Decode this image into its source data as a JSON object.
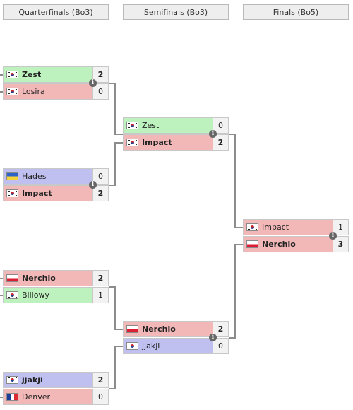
{
  "rounds": [
    {
      "label": "Quarterfinals (Bo3)"
    },
    {
      "label": "Semifinals (Bo3)"
    },
    {
      "label": "Finals (Bo5)"
    }
  ],
  "info_glyph": "i",
  "matches": {
    "qf1": {
      "p1": {
        "name": "Zest",
        "flag": "KR",
        "score": "2"
      },
      "p2": {
        "name": "Losira",
        "flag": "KR",
        "score": "0"
      }
    },
    "qf2": {
      "p1": {
        "name": "Hades",
        "flag": "UA",
        "score": "0"
      },
      "p2": {
        "name": "Impact",
        "flag": "KR",
        "score": "2"
      }
    },
    "qf3": {
      "p1": {
        "name": "Nerchio",
        "flag": "PL",
        "score": "2"
      },
      "p2": {
        "name": "Billowy",
        "flag": "KR",
        "score": "1"
      }
    },
    "qf4": {
      "p1": {
        "name": "jjakji",
        "flag": "KR",
        "score": "2"
      },
      "p2": {
        "name": "Denver",
        "flag": "FR",
        "score": "0"
      }
    },
    "sf1": {
      "p1": {
        "name": "Zest",
        "flag": "KR",
        "score": "0"
      },
      "p2": {
        "name": "Impact",
        "flag": "KR",
        "score": "2"
      }
    },
    "sf2": {
      "p1": {
        "name": "Nerchio",
        "flag": "PL",
        "score": "2"
      },
      "p2": {
        "name": "jjakji",
        "flag": "KR",
        "score": "0"
      }
    },
    "final": {
      "p1": {
        "name": "Impact",
        "flag": "KR",
        "score": "1"
      },
      "p2": {
        "name": "Nerchio",
        "flag": "PL",
        "score": "3"
      }
    }
  },
  "colors": {
    "connector": "#8c8c8c",
    "green": "#bdf2be",
    "red": "#f2b8b8",
    "blue": "#bfbff0"
  }
}
